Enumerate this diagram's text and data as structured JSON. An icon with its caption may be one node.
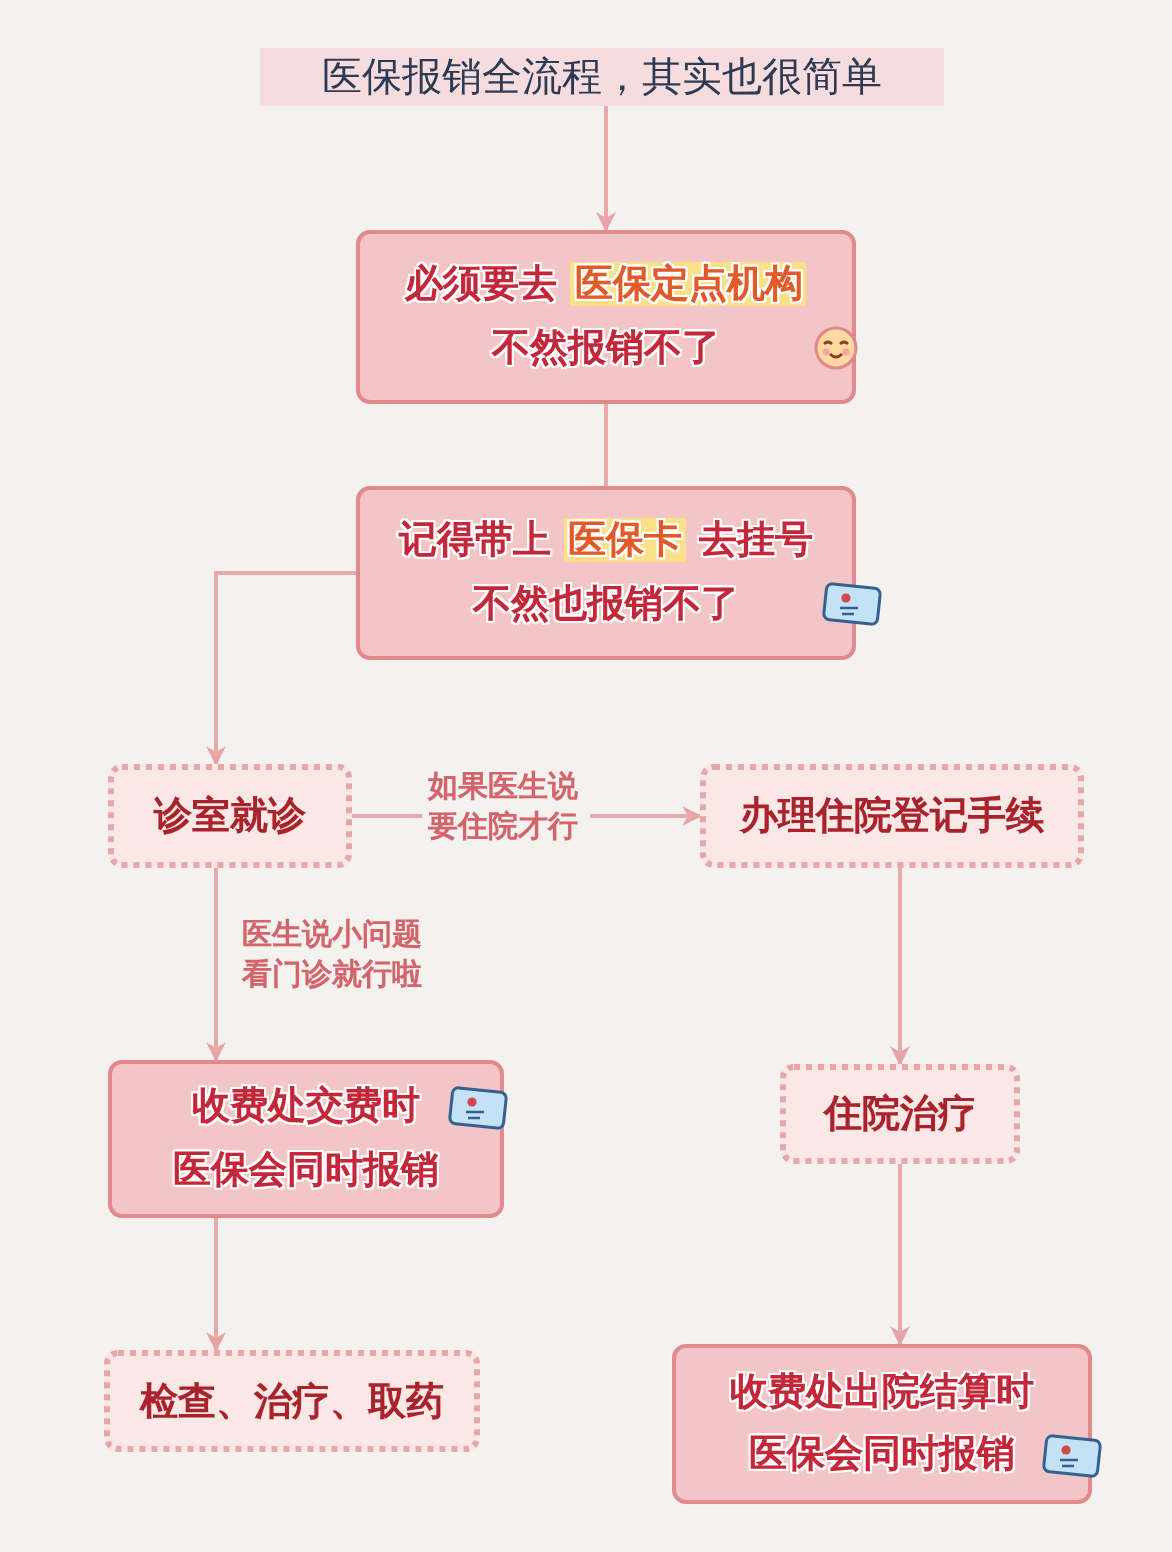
{
  "diagram": {
    "nodes": [
      {
        "text": [
          "医保报销全流程，其实也很简单"
        ]
      },
      {
        "text": [
          "必须要去 **医保定点机构**不然报销不了"
        ]
      },
      {
        "text": [
          "记得带上 **医保卡** 去挂号不然也报销不了"
        ]
      },
      {
        "text": [
          "诊室就诊"
        ]
      },
      {
        "text": [
          "办理住院登记手续"
        ]
      },
      {
        "text": [
          "收费处交费时医保会同时报销"
        ]
      },
      {
        "text": [
          "检查、治疗、取药"
        ]
      },
      {
        "text": [
          "住院治疗"
        ]
      },
      {
        "text": [
          "收费处出院结算时医保会同时报销"
        ]
      }
    ],
    "edges": [
      {
        "from": 0,
        "to": 1,
        "arrow": "to"
      },
      {
        "from": 1,
        "to": 2,
        "arrow": "none"
      },
      {
        "from": 2,
        "to": 3,
        "arrow": "to"
      },
      {
        "from": 3,
        "to": 4,
        "arrow": "to",
        "label": "如果医生说要住院才行"
      },
      {
        "from": 3,
        "to": 5,
        "arrow": "to",
        "label": "医生说小问题看门诊就行啦"
      },
      {
        "from": 5,
        "to": 6,
        "arrow": "to"
      },
      {
        "from": 4,
        "to": 7,
        "arrow": "to"
      },
      {
        "from": 7,
        "to": 8,
        "arrow": "to"
      }
    ]
  }
}
